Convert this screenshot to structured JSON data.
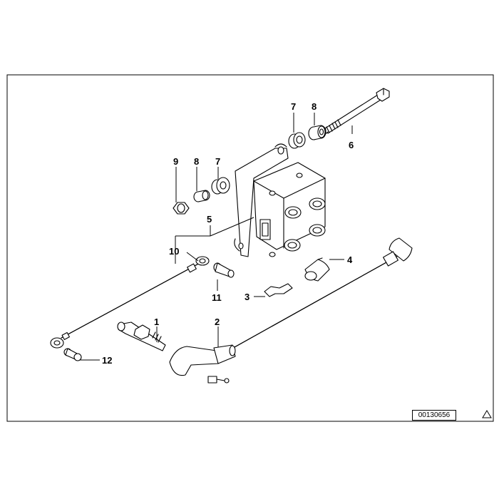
{
  "callouts": {
    "c1": "1",
    "c2": "2",
    "c3": "3",
    "c4": "4",
    "c5": "5",
    "c6": "6",
    "c7a": "7",
    "c7b": "7",
    "c8a": "8",
    "c8b": "8",
    "c9": "9",
    "c10": "10",
    "c11": "11",
    "c12": "12"
  },
  "reference_number": "00130656",
  "icons": {
    "triangle": "warning-triangle-icon"
  }
}
